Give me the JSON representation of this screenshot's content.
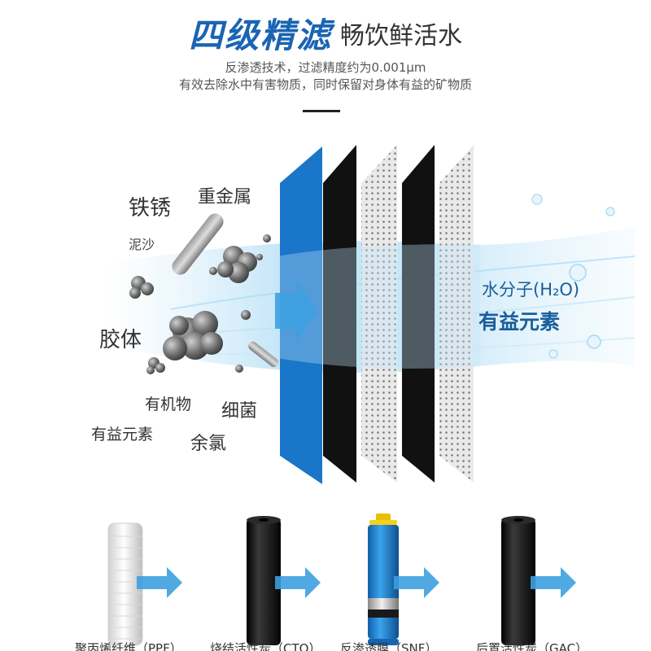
{
  "header": {
    "title_main": "四级精滤",
    "title_sub": "畅饮鲜活水",
    "subtitle_line1": "反渗透技术，过滤精度约为0.001μm",
    "subtitle_line2": "有效去除水中有害物质，同时保留对身体有益的矿物质"
  },
  "contaminants": {
    "rust": "铁锈",
    "heavy_metal": "重金属",
    "silt": "泥沙",
    "colloid": "胶体",
    "organic": "有机物",
    "bacteria": "细菌",
    "beneficial": "有益元素",
    "chlorine": "余氯"
  },
  "output": {
    "water_molecule": "水分子(H₂O)",
    "beneficial": "有益元素"
  },
  "cartridges": [
    {
      "label": "聚丙烯纤维（PPF）",
      "color": "#f2f2f2"
    },
    {
      "label": "烧结活性炭（CTO）",
      "color": "#1a1a1a"
    },
    {
      "label": "反渗透膜（SNF）",
      "color": "#1e88d8"
    },
    {
      "label": "后置活性炭（GAC）",
      "color": "#1a1a1a"
    }
  ],
  "colors": {
    "brand_blue": "#1a64b4",
    "filter_blue": "#1976c8",
    "filter_black": "#111111",
    "arrow_blue": "#3da0e0"
  }
}
